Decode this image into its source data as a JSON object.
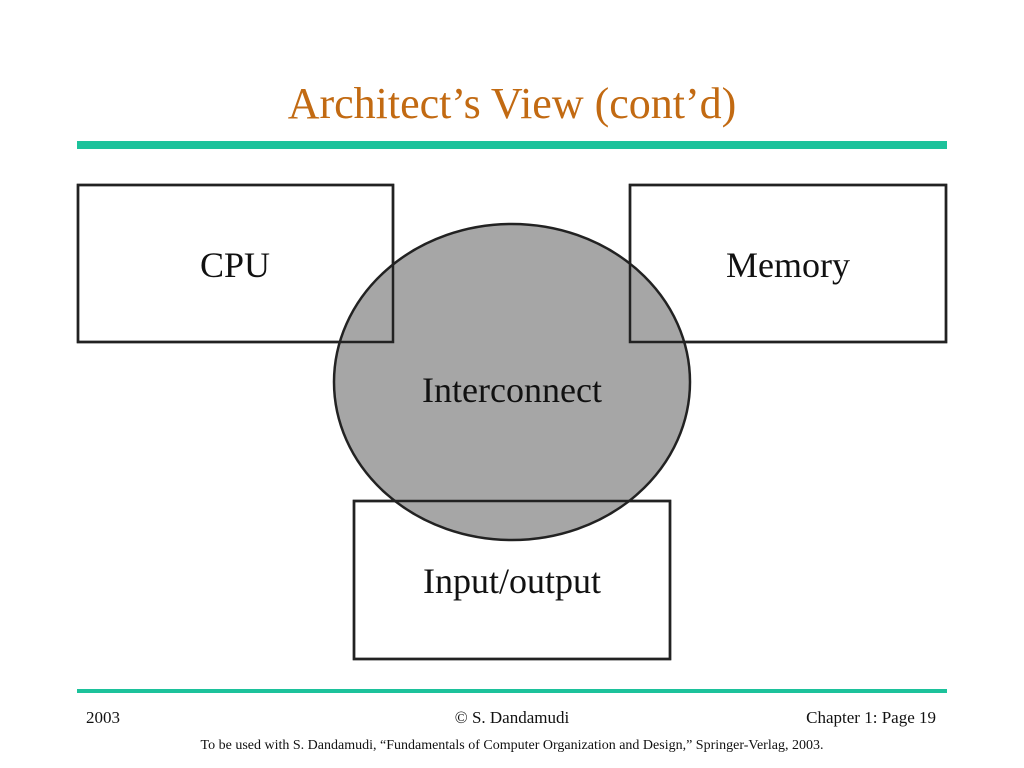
{
  "slide": {
    "title": "Architect’s View (cont’d)"
  },
  "diagram": {
    "nodes": {
      "cpu": "CPU",
      "memory": "Memory",
      "interconnect": "Interconnect",
      "io": "Input/output"
    },
    "colors": {
      "interconnect_fill": "#a6a6a6",
      "box_stroke": "#222222",
      "accent_rule": "#1cc29b",
      "title": "#c26a12"
    }
  },
  "footer": {
    "year": "2003",
    "author": "© S. Dandamudi",
    "page": "Chapter 1: Page 19",
    "note": "To be used with S. Dandamudi, “Fundamentals of Computer Organization and Design,” Springer-Verlag, 2003."
  }
}
